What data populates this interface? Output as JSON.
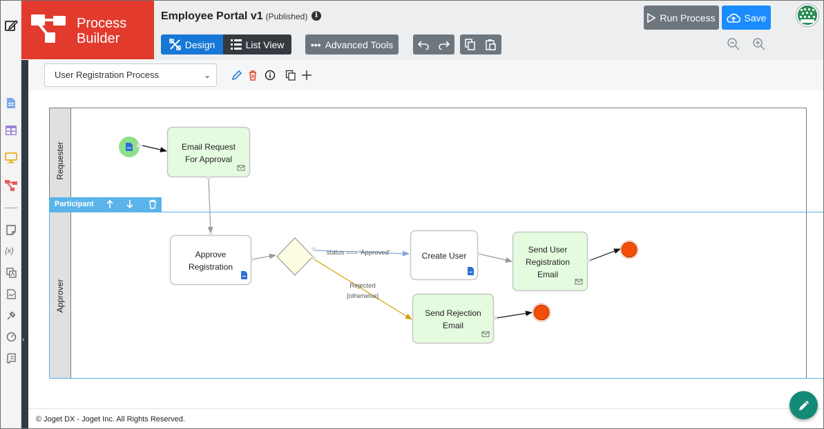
{
  "app": {
    "brand_line1": "Process",
    "brand_line2": "Builder",
    "title": "Employee Portal v1",
    "status_badge": "(Published)"
  },
  "toolbar": {
    "design_label": "Design",
    "list_view_label": "List View",
    "advanced_label": "Advanced Tools",
    "run_label": "Run Process",
    "save_label": "Save"
  },
  "process_select": {
    "selected": "User Registration Process"
  },
  "swimlanes": [
    {
      "label": "Requester"
    },
    {
      "label": "Approver"
    }
  ],
  "participant_toolbar": {
    "label": "Participant"
  },
  "nodes": {
    "email_request": {
      "line1": "Email Request",
      "line2": "For Approval"
    },
    "approve": {
      "line1": "Approve",
      "line2": "Registration"
    },
    "create_user": {
      "line1": "Create User"
    },
    "send_user_email": {
      "line1": "Send User",
      "line2": "Registration",
      "line3": "Email"
    },
    "send_rejection": {
      "line1": "Send Rejection",
      "line2": "Email"
    }
  },
  "transitions": {
    "approved": "status === 'Approved'",
    "rejected_line1": "Rejected",
    "rejected_line2": "[otherwise]"
  },
  "footer": {
    "text": "© Joget DX - Joget Inc. All Rights Reserved."
  },
  "colors": {
    "brand": "#e23b2e",
    "primary": "#1777d6",
    "save": "#1a8cff",
    "dark": "#343a40",
    "secondary": "#6d757d",
    "activity_fill": "#e5fbe0",
    "end_event": "#f24e06",
    "lane_selected": "#5ab4ea",
    "rejected_arrow": "#d0a000",
    "approved_arrow": "#7fa6db"
  }
}
